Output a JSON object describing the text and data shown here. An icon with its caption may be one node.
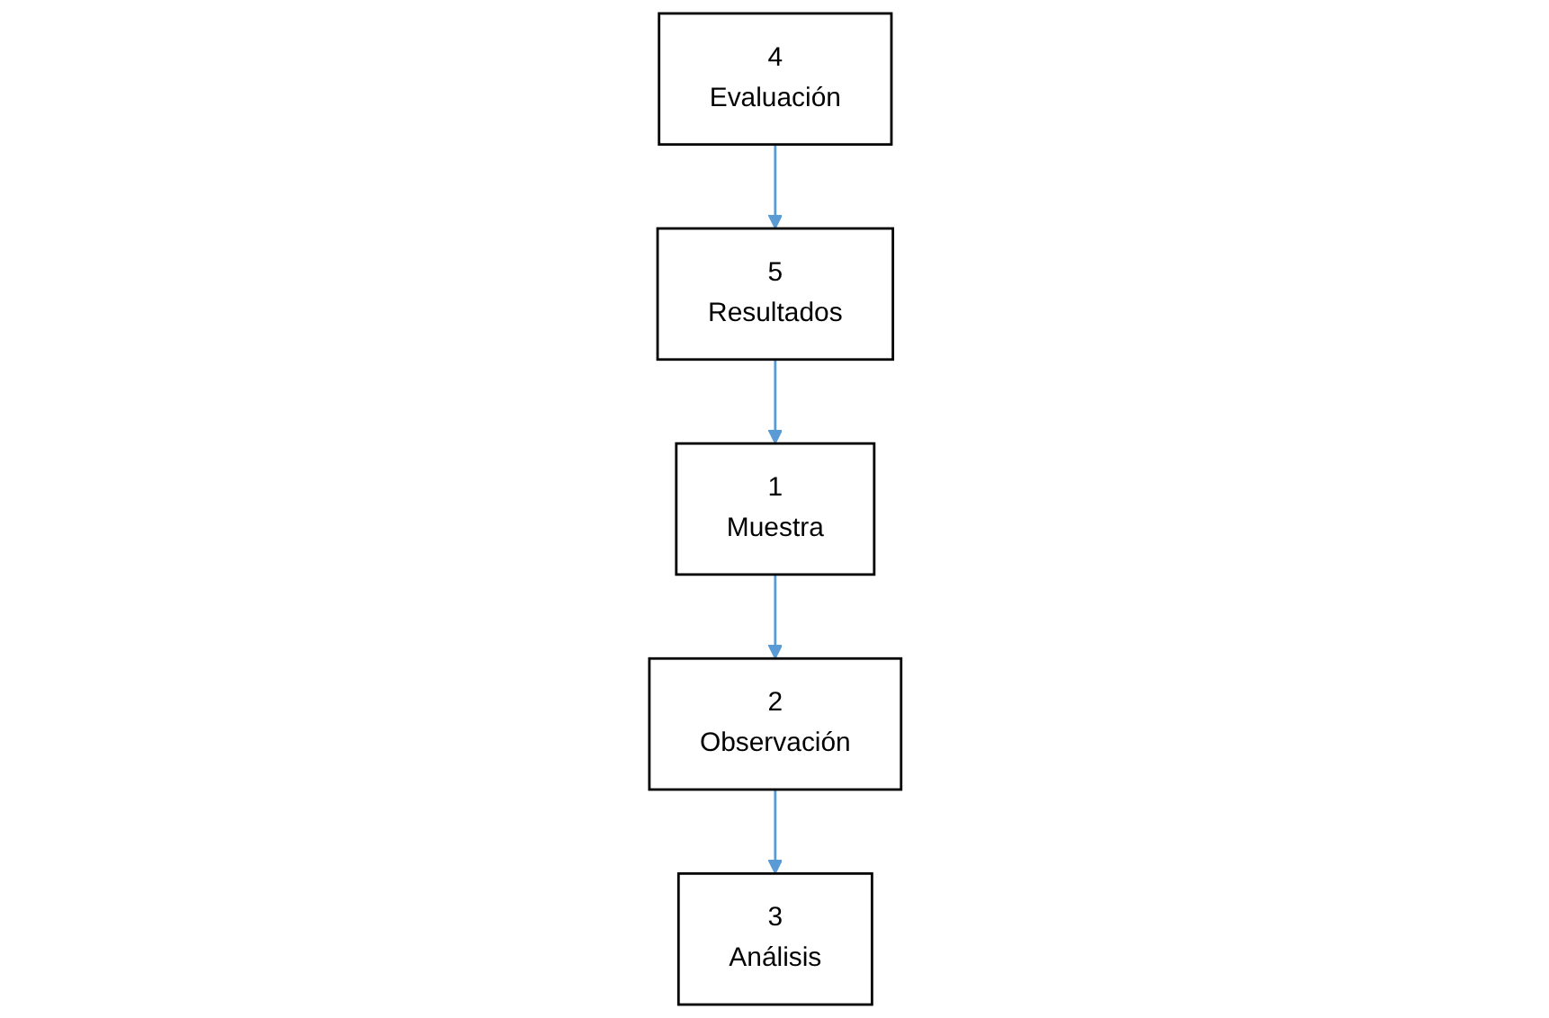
{
  "diagram": {
    "nodes": [
      {
        "text": [
          "1",
          "Muestra"
        ]
      },
      {
        "text": [
          "2",
          "Observación"
        ]
      },
      {
        "text": [
          "3",
          "Análisis"
        ]
      },
      {
        "text": [
          "4",
          "Evaluación"
        ]
      },
      {
        "text": [
          "5",
          "Resultados"
        ]
      }
    ],
    "edges": [
      {
        "from": 0,
        "to": 1,
        "arrow": "to"
      },
      {
        "from": 1,
        "to": 2,
        "arrow": "to"
      },
      {
        "from": 3,
        "to": 4,
        "arrow": "to"
      },
      {
        "from": 4,
        "to": 0,
        "arrow": "to"
      }
    ]
  }
}
